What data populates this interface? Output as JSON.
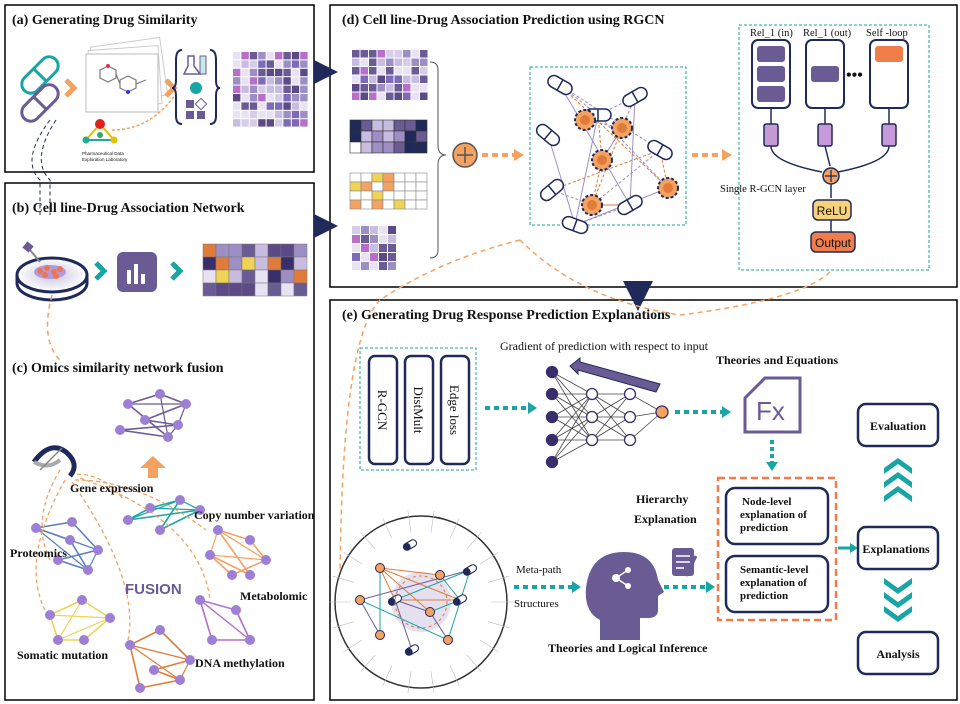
{
  "panel_a": {
    "title": "(a) Generating Drug Similarity",
    "logo_text_1": "Pharmaceutical Data",
    "logo_text_2": "Exploration Laboratory"
  },
  "panel_b": {
    "title": "(b) Cell line-Drug Association Network"
  },
  "panel_c": {
    "title": "(c) Omics similarity network fusion",
    "fusion_label": "FUSION",
    "omics": {
      "gene_expression": "Gene expression",
      "copy_number": "Copy number variation",
      "proteomics": "Proteomics",
      "metabolomic": "Metabolomic",
      "somatic": "Somatic mutation",
      "methylation": "DNA methylation"
    }
  },
  "panel_d": {
    "title": "(d) Cell line-Drug Association Prediction using RGCN",
    "rel_in": "Rel_1 (in)",
    "rel_out": "Rel_1 (out)",
    "self_loop": "Self -loop",
    "layer_label": "Single R-GCN  layer",
    "relu": "ReLU",
    "output": "Output"
  },
  "panel_e": {
    "title": "(e) Generating Drug Response Prediction Explanations",
    "gradient_label": "Gradient  of prediction with respect to input",
    "models": [
      "R-GCN",
      "DistMult",
      "Edge  loss"
    ],
    "theories_equations": "Theories  and  Equations",
    "fx": "Fx",
    "hierarchy_1": "Hierarchy",
    "hierarchy_2": "Explanation",
    "node_level": [
      "Node-level",
      "explanation of",
      "prediction"
    ],
    "semantic_level": [
      "Semantic-level",
      "explanation of",
      "prediction"
    ],
    "evaluation": "Evaluation",
    "explanations": "Explanations",
    "analysis": "Analysis",
    "meta_path": "Meta-path",
    "structures": "Structures",
    "logical_inference": "Theories  and  Logical  Inference"
  },
  "colors": {
    "purple": "#6b5b95",
    "light_purple": "#9d8fc4",
    "teal": "#1aa5a5",
    "orange": "#f4a261",
    "dark_orange": "#e07b39",
    "navy": "#1f2a5a"
  }
}
